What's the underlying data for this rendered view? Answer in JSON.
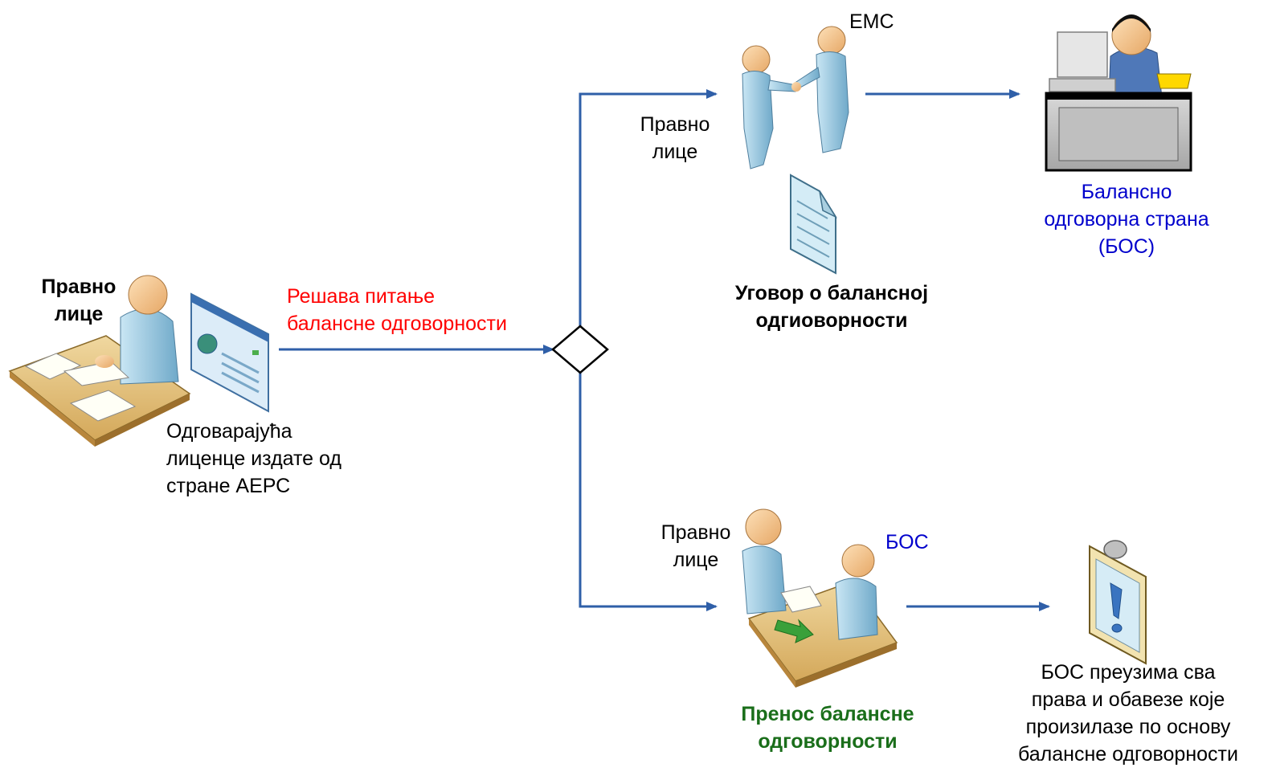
{
  "legal_entity_left": "Правно\nлице",
  "license_label": "Одговарајућа\nлиценце издате од\nстране АЕРС",
  "decision_label": "Решава питање\nбалансне одговорности",
  "top_branch": {
    "party_left": "Правно\nлице",
    "party_right": "ЕМС",
    "document_label": "Уговор о балансној\nодгиоворности",
    "result_label": "Балансно\nодговорна страна\n(БОС)"
  },
  "bottom_branch": {
    "party_left": "Правно\nлице",
    "party_right": "БОС",
    "transfer_label": "Пренос балансне\nодговорности",
    "result_label": "БОС преузима сва\nправа и обавезе које\nпроизилазе по основу\nбалансне одговорности"
  },
  "colors": {
    "arrow": "#2f5fa8",
    "decision_text": "#ff0000",
    "bos_text": "#0000cc",
    "transfer_text": "#1a6e1a"
  }
}
